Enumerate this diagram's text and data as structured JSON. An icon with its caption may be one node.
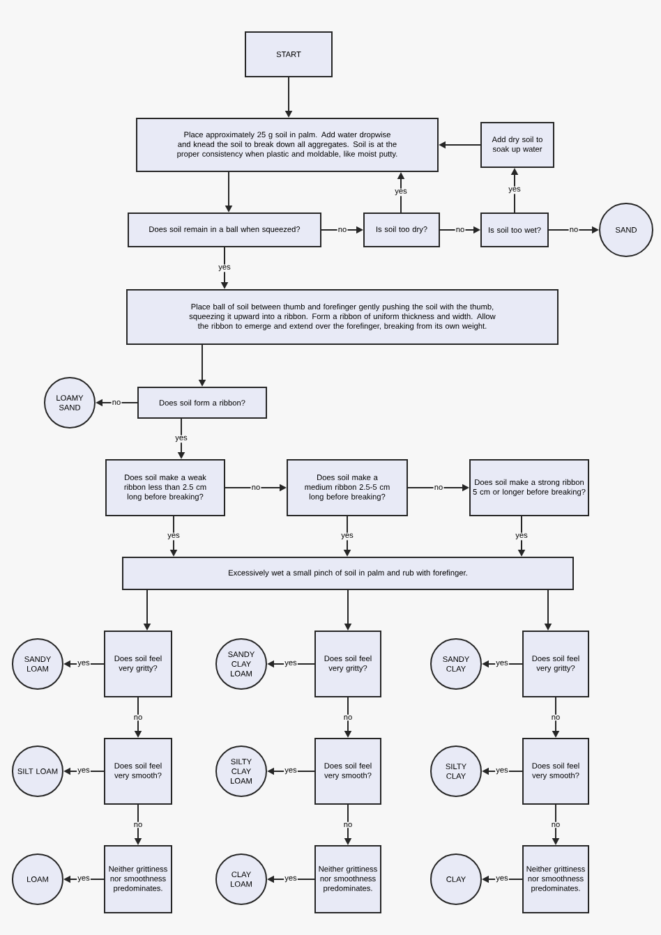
{
  "diagram": {
    "nodes": [
      {
        "text": [
          "START"
        ]
      },
      {
        "text": [
          "Place approximately 25 g soil in palm. Add water dropwise and knead the soil to break down all aggregates. Soil is at the proper consistency when plastic and moldable, like moist putty."
        ]
      },
      {
        "text": [
          "Add dry soil to soak up water"
        ]
      },
      {
        "text": [
          "Does soil remain in a ball when squeezed?"
        ]
      },
      {
        "text": [
          "Is soil too dry?"
        ]
      },
      {
        "text": [
          "Is soil too wet?"
        ]
      },
      {
        "text": [
          "SAND"
        ]
      },
      {
        "text": [
          "Place ball of soil between thumb and forefinger gently pushing the soil with the thumb, squeezing it upward into a ribbon. Form a ribbon of uniform thickness and width. Allow the ribbon to emerge and extend over the forefinger, breaking from its own weight."
        ]
      },
      {
        "text": [
          "LOAMY SAND"
        ]
      },
      {
        "text": [
          "Does soil form a ribbon?"
        ]
      },
      {
        "text": [
          "Does soil make a weak ribbon less than 2.5 cm long before breaking?"
        ]
      },
      {
        "text": [
          "Does soil make a medium ribbon 2.5-5 cm long before breaking?"
        ]
      },
      {
        "text": [
          "Does soil make a strong ribbon 5 cm or longer before breaking?"
        ]
      },
      {
        "text": [
          "Excessively wet a small pinch of soil in palm and rub with forefinger."
        ]
      },
      {
        "text": [
          "SANDY LOAM"
        ]
      },
      {
        "text": [
          "Does soil feel very gritty?"
        ]
      },
      {
        "text": [
          "SANDY CLAY LOAM"
        ]
      },
      {
        "text": [
          "Does soil feel very gritty?"
        ]
      },
      {
        "text": [
          "SANDY CLAY"
        ]
      },
      {
        "text": [
          "Does soil feel very gritty?"
        ]
      },
      {
        "text": [
          "SILT LOAM"
        ]
      },
      {
        "text": [
          "Does soil feel very smooth?"
        ]
      },
      {
        "text": [
          "SILTY CLAY LOAM"
        ]
      },
      {
        "text": [
          "Does soil feel very smooth?"
        ]
      },
      {
        "text": [
          "SILTY CLAY"
        ]
      },
      {
        "text": [
          "Does soil feel very smooth?"
        ]
      },
      {
        "text": [
          "LOAM"
        ]
      },
      {
        "text": [
          "Neither grittiness nor smoothness predominates."
        ]
      },
      {
        "text": [
          "CLAY LOAM"
        ]
      },
      {
        "text": [
          "Neither grittiness nor smoothness predominates."
        ]
      },
      {
        "text": [
          "CLAY"
        ]
      },
      {
        "text": [
          "Neither grittiness nor smoothness predominates."
        ]
      }
    ],
    "edges": [
      {
        "from": 0,
        "to": 1,
        "arrow": "to"
      },
      {
        "from": 1,
        "to": 3,
        "arrow": "to"
      },
      {
        "from": 3,
        "to": 4,
        "arrow": "to",
        "label": "no"
      },
      {
        "from": 4,
        "to": 1,
        "arrow": "to",
        "label": "yes"
      },
      {
        "from": 4,
        "to": 5,
        "arrow": "to",
        "label": "no"
      },
      {
        "from": 5,
        "to": 2,
        "arrow": "to",
        "label": "yes"
      },
      {
        "from": 2,
        "to": 1,
        "arrow": "to"
      },
      {
        "from": 5,
        "to": 6,
        "arrow": "to",
        "label": "no"
      },
      {
        "from": 3,
        "to": 7,
        "arrow": "to",
        "label": "yes"
      },
      {
        "from": 7,
        "to": 9,
        "arrow": "to"
      },
      {
        "from": 9,
        "to": 8,
        "arrow": "to",
        "label": "no"
      },
      {
        "from": 9,
        "to": 10,
        "arrow": "to",
        "label": "yes"
      },
      {
        "from": 10,
        "to": 11,
        "arrow": "to",
        "label": "no"
      },
      {
        "from": 11,
        "to": 12,
        "arrow": "to",
        "label": "no"
      },
      {
        "from": 10,
        "to": 13,
        "arrow": "to",
        "label": "yes"
      },
      {
        "from": 11,
        "to": 13,
        "arrow": "to",
        "label": "yes"
      },
      {
        "from": 12,
        "to": 13,
        "arrow": "to",
        "label": "yes"
      },
      {
        "from": 13,
        "to": 15,
        "arrow": "to"
      },
      {
        "from": 13,
        "to": 17,
        "arrow": "to"
      },
      {
        "from": 13,
        "to": 19,
        "arrow": "to"
      },
      {
        "from": 15,
        "to": 14,
        "arrow": "to",
        "label": "yes"
      },
      {
        "from": 17,
        "to": 16,
        "arrow": "to",
        "label": "yes"
      },
      {
        "from": 19,
        "to": 18,
        "arrow": "to",
        "label": "yes"
      },
      {
        "from": 15,
        "to": 21,
        "arrow": "to",
        "label": "no"
      },
      {
        "from": 17,
        "to": 23,
        "arrow": "to",
        "label": "no"
      },
      {
        "from": 19,
        "to": 25,
        "arrow": "to",
        "label": "no"
      },
      {
        "from": 21,
        "to": 20,
        "arrow": "to",
        "label": "yes"
      },
      {
        "from": 23,
        "to": 22,
        "arrow": "to",
        "label": "yes"
      },
      {
        "from": 25,
        "to": 24,
        "arrow": "to",
        "label": "yes"
      },
      {
        "from": 21,
        "to": 27,
        "arrow": "to",
        "label": "no"
      },
      {
        "from": 23,
        "to": 29,
        "arrow": "to",
        "label": "no"
      },
      {
        "from": 25,
        "to": 31,
        "arrow": "to",
        "label": "no"
      },
      {
        "from": 27,
        "to": 26,
        "arrow": "to",
        "label": "yes"
      },
      {
        "from": 29,
        "to": 28,
        "arrow": "to",
        "label": "yes"
      },
      {
        "from": 31,
        "to": 30,
        "arrow": "to",
        "label": "yes"
      }
    ]
  }
}
